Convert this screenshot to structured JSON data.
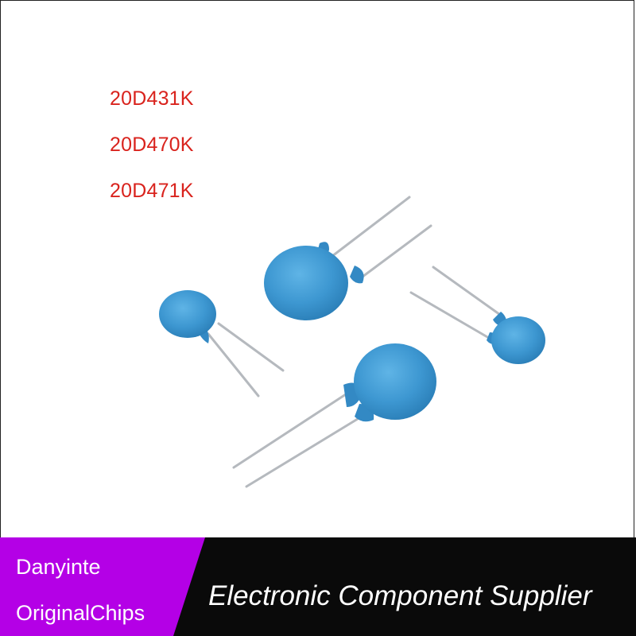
{
  "product_models": [
    "20D431K",
    "20D470K",
    "20D471K"
  ],
  "banner": {
    "brand_line1": "Danyinte",
    "brand_line2": "OriginalChips",
    "tagline": "Electronic Component Supplier"
  },
  "colors": {
    "model_text": "#d9231d",
    "component_body": "#3b95cf",
    "banner_left": "#b400e6",
    "banner_right": "#0a0a0a"
  }
}
